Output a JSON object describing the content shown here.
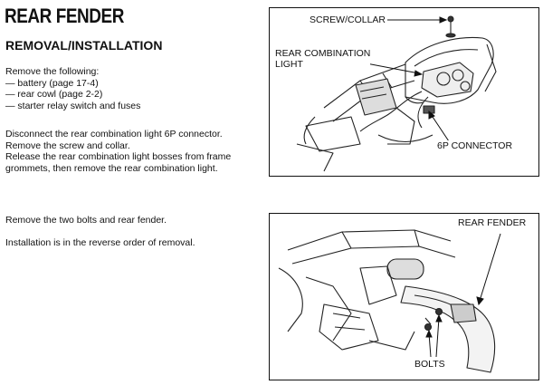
{
  "page": {
    "title": "REAR FENDER",
    "section_title": "REMOVAL/INSTALLATION"
  },
  "remove_intro": "Remove the following:",
  "remove_items": [
    "— battery (page 17-4)",
    "— rear cowl (page 2-2)",
    "— starter relay switch and fuses"
  ],
  "disconnect_steps": [
    "Disconnect the rear combination light 6P connector.",
    "Remove the screw and collar.",
    "Release the rear combination light bosses from frame",
    "grommets, then remove the rear combination light."
  ],
  "fender_steps": [
    "Remove the two bolts and rear fender.",
    "Installation is in the reverse order of removal."
  ],
  "figure1": {
    "labels": {
      "screw_collar": "SCREW/COLLAR",
      "rear_combination_light_1": "REAR COMBINATION",
      "rear_combination_light_2": "LIGHT",
      "connector": "6P CONNECTOR"
    }
  },
  "figure2": {
    "labels": {
      "rear_fender": "REAR FENDER",
      "bolts": "BOLTS"
    }
  }
}
